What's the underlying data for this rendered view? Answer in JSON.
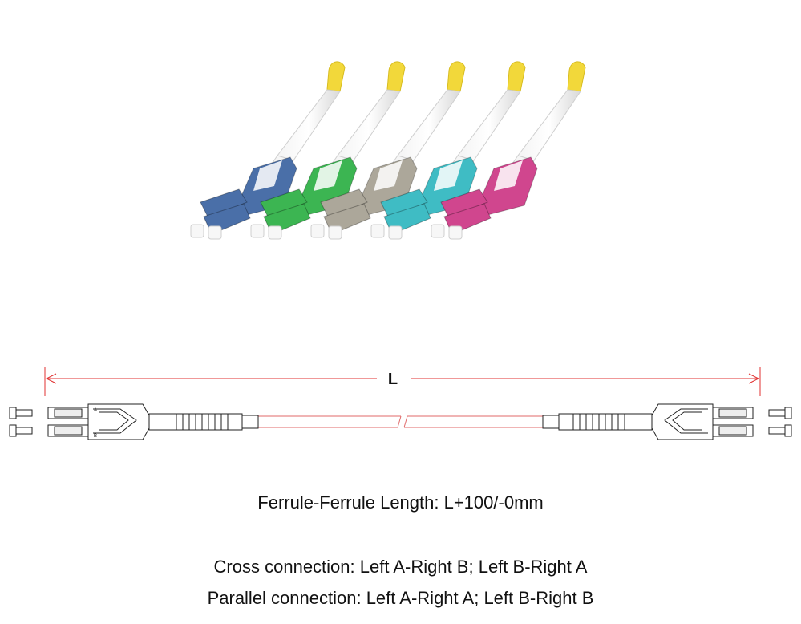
{
  "dimension_label": "L",
  "length_note": "Ferrule-Ferrule Length: L+100/-0mm",
  "cross_note": "Cross connection: Left A-Right B; Left B-Right A",
  "parallel_note": "Parallel connection: Left A-Right A; Left B-Right B",
  "latch_labels": {
    "a": "A",
    "b": "B"
  },
  "connector_colors": {
    "blue": "#4a6fa8",
    "green": "#3cb552",
    "beige": "#aca79a",
    "aqua": "#3fbcc4",
    "magenta": "#d0468e"
  },
  "cable_color": "#e06a6a",
  "dimension_line_color": "#e03030"
}
